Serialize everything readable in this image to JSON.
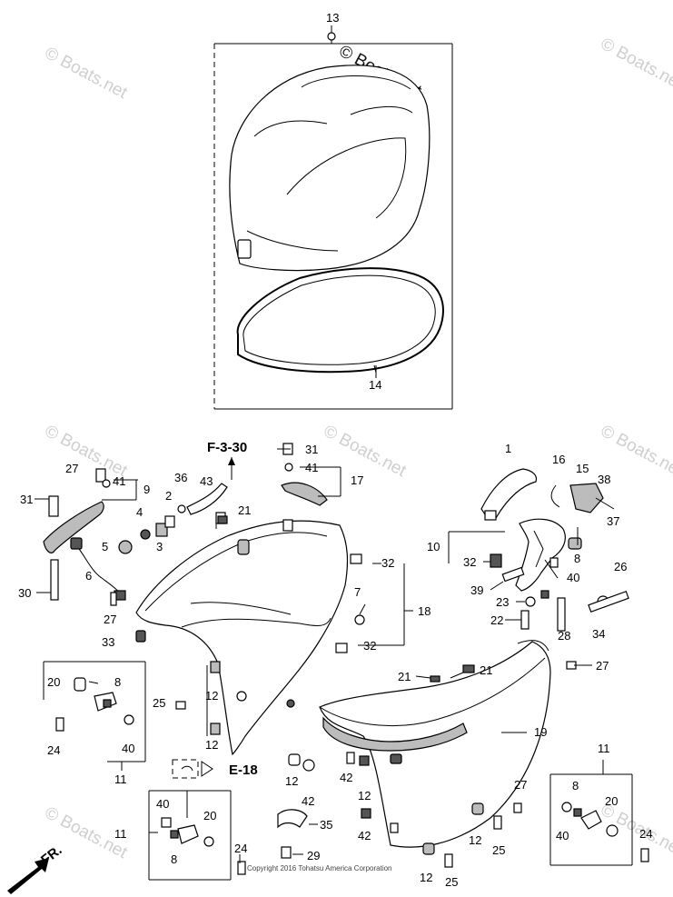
{
  "watermark": "© Boats.net",
  "copyright": "Copyright 2016 Tohatsu America Corporation",
  "refs": {
    "f330": "F-3-30",
    "e18": "E-18",
    "fr": "FR."
  },
  "callouts": {
    "c13": "13",
    "c14": "14",
    "c1": "1",
    "c16": "16",
    "c15": "15",
    "c38": "38",
    "c37": "37",
    "c31a": "31",
    "c41a": "41",
    "c17": "17",
    "c27a": "27",
    "c41b": "41",
    "c9": "9",
    "c31b": "31",
    "c36": "36",
    "c43": "43",
    "c2": "2",
    "c4": "4",
    "c3": "3",
    "c21a": "21",
    "c5": "5",
    "c6": "6",
    "c30": "30",
    "c27b": "27",
    "c33": "33",
    "c32a": "32",
    "c7": "7",
    "c18": "18",
    "c32b": "32",
    "c10": "10",
    "c32c": "32",
    "c8a": "8",
    "c40a": "40",
    "c26": "26",
    "c39": "39",
    "c23": "23",
    "c22": "22",
    "c28": "28",
    "c34": "34",
    "c27c": "27",
    "c21b": "21",
    "c21c": "21",
    "c20a": "20",
    "c8b": "8",
    "c25a": "25",
    "c12a": "12",
    "c12b": "12",
    "c24a": "24",
    "c40b": "40",
    "c11a": "11",
    "c19": "19",
    "c12c": "12",
    "c42a": "42",
    "c42b": "42",
    "c12d": "12",
    "c27d": "27",
    "c11b": "11",
    "c8c": "8",
    "c20b": "20",
    "c40c": "40",
    "c24b": "24",
    "c11c": "11",
    "c40d": "40",
    "c20c": "20",
    "c8d": "8",
    "c24c": "24",
    "c35": "35",
    "c29": "29",
    "c42c": "42",
    "c12e": "12",
    "c25b": "25",
    "c12f": "12",
    "c25c": "25"
  }
}
